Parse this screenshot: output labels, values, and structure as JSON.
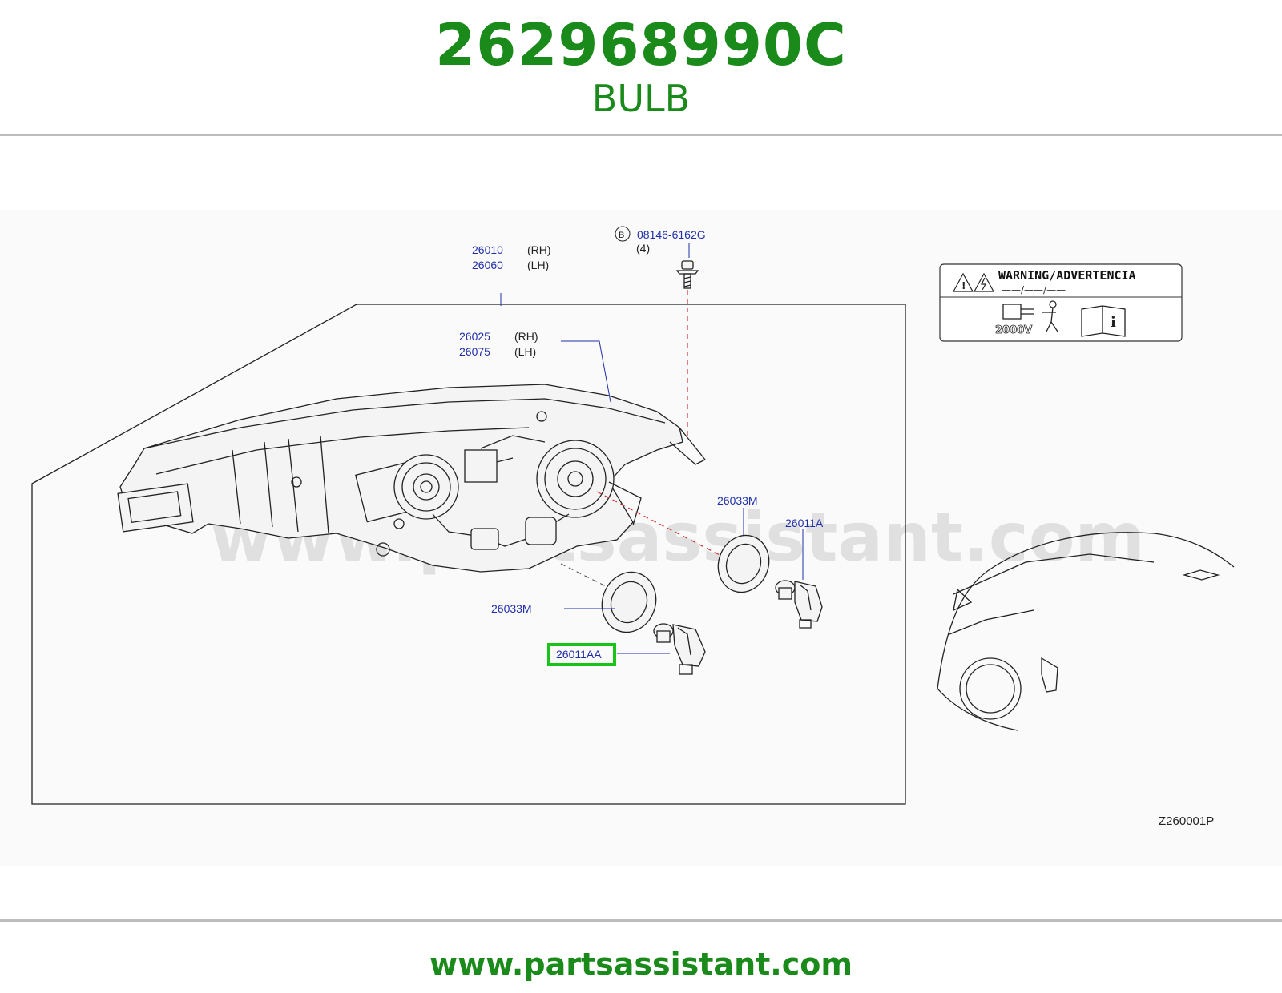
{
  "header": {
    "part_number": "262968990C",
    "part_name": "BULB"
  },
  "diagram": {
    "watermark": "www.partsassistant.com",
    "callouts": {
      "headlamp_rh_code": "26010",
      "headlamp_rh_side": "(RH)",
      "headlamp_lh_code": "26060",
      "headlamp_lh_side": "(LH)",
      "housing_rh_code": "26025",
      "housing_rh_side": "(RH)",
      "housing_lh_code": "26075",
      "housing_lh_side": "(LH)",
      "bolt_marker": "B",
      "bolt_code": "08146-6162G",
      "bolt_qty": "(4)",
      "cap_upper": "26033M",
      "cap_lower": "26033M",
      "bulb_upper": "26011A",
      "bulb_lower_highlighted": "26011AA"
    },
    "warning_label": {
      "title": "WARNING/ADVERTENCIA",
      "blanks": "——/——/——",
      "voltage": "2000V"
    },
    "figure_code": "Z260001P",
    "highlight_color": "#17c417"
  },
  "footer": {
    "url": "www.partsassistant.com"
  },
  "theme": {
    "brand_green": "#1a8a1a",
    "callout_blue": "#1f2fa8",
    "guide_red": "#d03030"
  }
}
